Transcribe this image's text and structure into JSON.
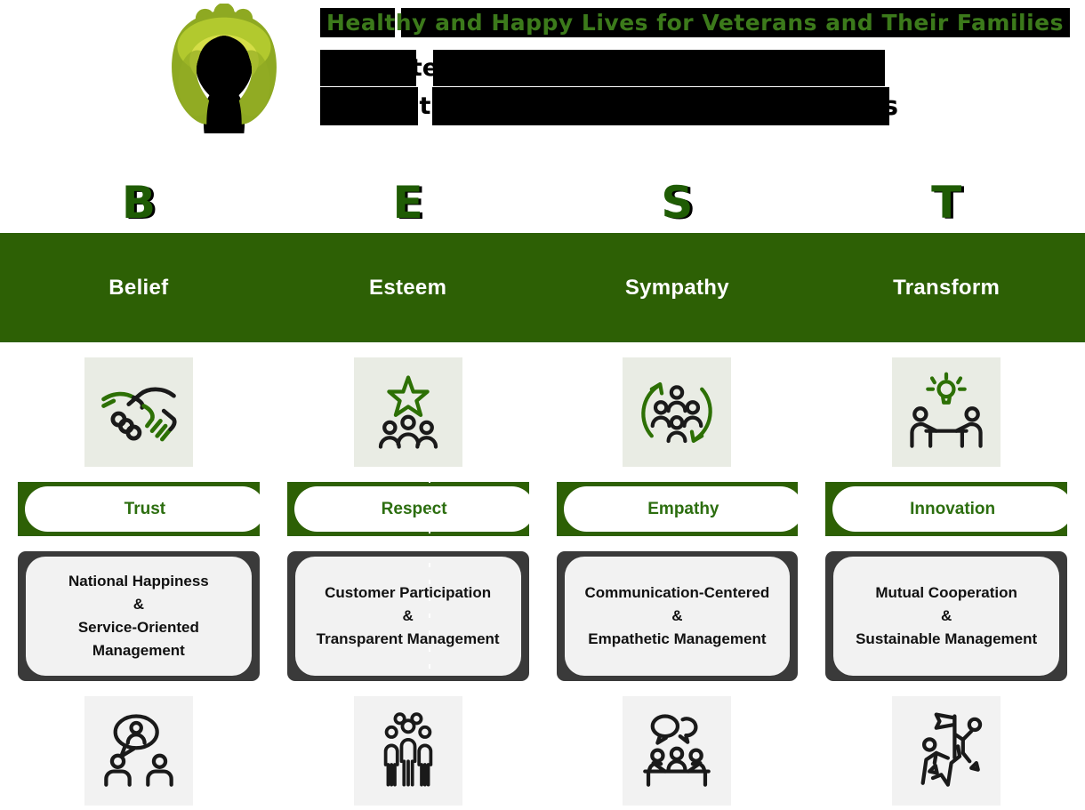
{
  "header": {
    "logo_alt": "green-wreath-logo",
    "tagline": "Healthy and Happy Lives for Veterans and Their Families",
    "title_redaction": {
      "line1_fragment": "te",
      "line2_fragment": "t",
      "line2_trailing": "s"
    }
  },
  "columns": [
    {
      "letter": "B",
      "word": "Belief",
      "value": "Trust",
      "strategy": "National Happiness\n&\nService-Oriented\nManagement",
      "icon_top": "handshake-icon",
      "icon_bottom": "discussion-bubble-icon"
    },
    {
      "letter": "E",
      "word": "Esteem",
      "value": "Respect",
      "strategy": "Customer Participation\n&\nTransparent Management",
      "icon_top": "star-people-icon",
      "icon_bottom": "crowd-icon"
    },
    {
      "letter": "S",
      "word": "Sympathy",
      "value": "Empathy",
      "strategy": "Communication-Centered\n&\nEmpathetic Management",
      "icon_top": "people-cycle-icon",
      "icon_bottom": "table-talk-icon"
    },
    {
      "letter": "T",
      "word": "Transform",
      "value": "Innovation",
      "strategy": "Mutual Cooperation\n&\nSustainable Management",
      "icon_top": "idea-meeting-icon",
      "icon_bottom": "flag-team-icon"
    }
  ],
  "colors": {
    "band_green": "#2d6005",
    "letter_green": "#1f5c04",
    "tagline_green": "#3c7a1b",
    "pill_label_green": "#2c6e0f",
    "icon_green": "#2d7005",
    "icon_black": "#1a1a1a",
    "card_frame_gray": "#3a3a3a",
    "card_background": "#f2f2f2",
    "tile_background_top": "#e9ece4",
    "tile_background_bottom": "#f2f2f2",
    "logo_greens": [
      "#8ea922",
      "#c3d636",
      "#d8e04a"
    ]
  }
}
